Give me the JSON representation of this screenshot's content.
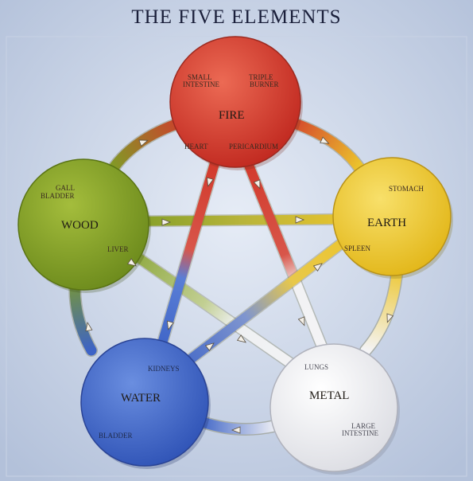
{
  "title": "THE FIVE ELEMENTS",
  "elements": {
    "fire": {
      "name": "FIRE",
      "organs": [
        "SMALL INTESTINE",
        "TRIPLE BURNER",
        "HEART",
        "PERICARDIUM"
      ],
      "color": "#d23a2c"
    },
    "earth": {
      "name": "EARTH",
      "organs": [
        "STOMACH",
        "SPLEEN"
      ],
      "color": "#ecc52c"
    },
    "metal": {
      "name": "METAL",
      "organs": [
        "LUNGS",
        "LARGE INTESTINE"
      ],
      "color": "#f2f2f2"
    },
    "water": {
      "name": "WATER",
      "organs": [
        "KIDNEYS",
        "BLADDER"
      ],
      "color": "#3d63c6"
    },
    "wood": {
      "name": "WOOD",
      "organs": [
        "GALL BLADDER",
        "LIVER"
      ],
      "color": "#7f9d26"
    }
  },
  "labels": {
    "small": "SMALL",
    "intestine": "INTESTINE",
    "triple": "TRIPLE",
    "burner": "BURNER",
    "heart": "HEART",
    "pericardium": "PERICARDIUM",
    "stomach": "STOMACH",
    "spleen": "SPLEEN",
    "lungs": "LUNGS",
    "large": "LARGE",
    "intestine2": "INTESTINE",
    "kidneys": "KIDNEYS",
    "bladder": "BLADDER",
    "gall": "GALL",
    "gall_bladder": "BLADDER",
    "liver": "LIVER"
  }
}
